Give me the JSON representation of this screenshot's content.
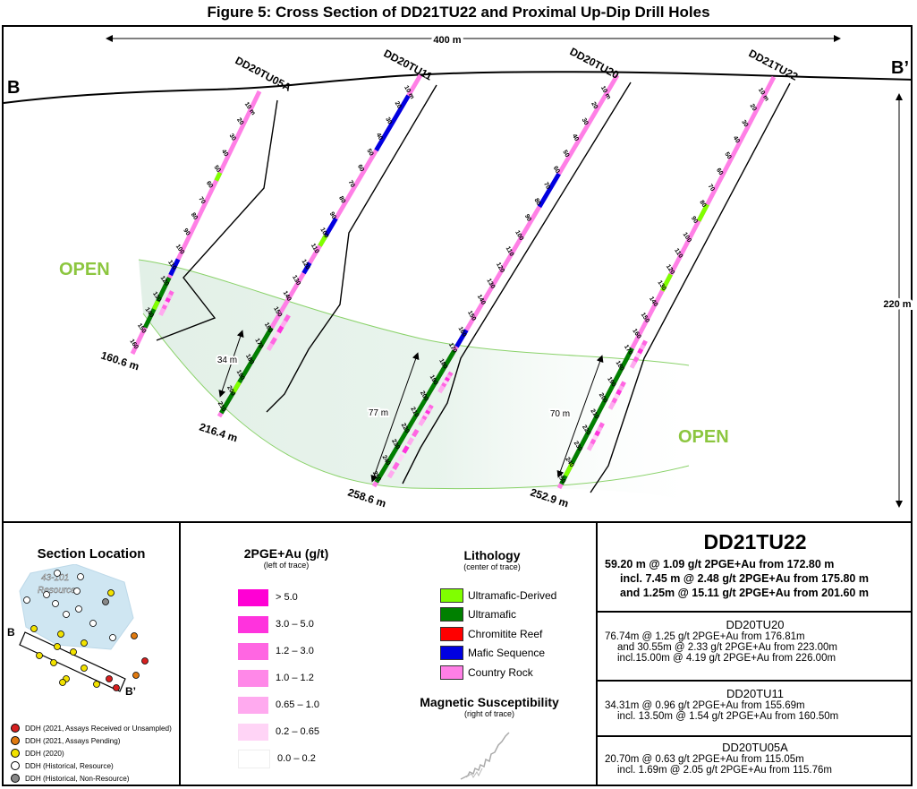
{
  "figure_title": "Figure 5: Cross Section of DD21TU22 and Proximal Up-Dip Drill Holes",
  "section": {
    "left_label": "B",
    "right_label": "B’",
    "width_scale": "400 m",
    "height_scale": "220 m",
    "open_labels": [
      "OPEN",
      "OPEN"
    ],
    "holes": [
      {
        "name": "DD20TU05A",
        "depth_label": "160.6 m",
        "depths": [
          "10 m",
          "20",
          "30",
          "40",
          "50",
          "60",
          "70",
          "80",
          "90",
          "100",
          "110",
          "120",
          "130",
          "140",
          "150",
          "160"
        ],
        "interval": ""
      },
      {
        "name": "DD20TU11",
        "depth_label": "216.4 m",
        "depths": [
          "10 m",
          "20",
          "30",
          "40",
          "50",
          "60",
          "70",
          "80",
          "90",
          "100",
          "110",
          "120",
          "130",
          "140",
          "150",
          "160",
          "170",
          "180",
          "190",
          "200",
          "210"
        ],
        "interval": "34 m"
      },
      {
        "name": "DD20TU20",
        "depth_label": "258.6 m",
        "depths": [
          "10 m",
          "20",
          "30",
          "40",
          "50",
          "60",
          "70",
          "80",
          "90",
          "100",
          "110",
          "120",
          "130",
          "140",
          "150",
          "160",
          "170",
          "180",
          "190",
          "200",
          "210",
          "220",
          "230",
          "240",
          "250"
        ],
        "interval": "77 m"
      },
      {
        "name": "DD21TU22",
        "depth_label": "252.9 m",
        "depths": [
          "10 m",
          "20",
          "30",
          "40",
          "50",
          "60",
          "70",
          "80",
          "90",
          "100",
          "110",
          "120",
          "130",
          "140",
          "150",
          "160",
          "170",
          "180",
          "190",
          "200",
          "210",
          "220",
          "230",
          "240",
          "250"
        ],
        "interval": "70 m"
      }
    ]
  },
  "location": {
    "title": "Section Location",
    "resource_label": [
      "43-101",
      "Resource"
    ],
    "b_label": "B",
    "b2_label": "B’",
    "legend": [
      {
        "label": "DDH (2021, Assays Received or Unsampled)",
        "color": "#d62020"
      },
      {
        "label": "DDH (2021, Assays Pending)",
        "color": "#e07a10"
      },
      {
        "label": "DDH (2020)",
        "color": "#f2e200"
      },
      {
        "label": "DDH (Historical, Resource)",
        "color": "#ffffff"
      },
      {
        "label": "DDH (Historical, Non-Resource)",
        "color": "#888888"
      }
    ]
  },
  "grade_legend": {
    "title": "2PGE+Au (g/t)",
    "subtitle": "(left of trace)",
    "items": [
      {
        "label": "> 5.0",
        "color": "#ff00d4"
      },
      {
        "label": "3.0 – 5.0",
        "color": "#ff33dd"
      },
      {
        "label": "1.2 – 3.0",
        "color": "#ff66e2"
      },
      {
        "label": "1.0 – 1.2",
        "color": "#ff88e8"
      },
      {
        "label": "0.65 – 1.0",
        "color": "#ffaaef"
      },
      {
        "label": "0.2 – 0.65",
        "color": "#ffd4f6"
      },
      {
        "label": "0.0 – 0.2",
        "color": "#ffffff"
      }
    ]
  },
  "lithology": {
    "title": "Lithology",
    "subtitle": "(center of trace)",
    "items": [
      {
        "label": "Ultramafic-Derived",
        "color": "#80ff00"
      },
      {
        "label": "Ultramafic",
        "color": "#008000"
      },
      {
        "label": "Chromitite Reef",
        "color": "#ff0000"
      },
      {
        "label": "Mafic Sequence",
        "color": "#0000e0"
      },
      {
        "label": "Country Rock",
        "color": "#ff7fe6"
      }
    ]
  },
  "magnetic": {
    "title": "Magnetic Susceptibility",
    "subtitle": "(right of trace)"
  },
  "results": [
    {
      "hole": "DD21TU22",
      "lines": [
        "59.20 m @ 1.09 g/t 2PGE+Au from 172.80 m",
        "incl. 7.45 m @ 2.48 g/t 2PGE+Au from 175.80 m",
        "and 1.25m @ 15.11 g/t 2PGE+Au from 201.60 m"
      ]
    },
    {
      "hole": "DD20TU20",
      "lines": [
        "76.74m @ 1.25 g/t 2PGE+Au from 176.81m",
        "and 30.55m @ 2.33 g/t 2PGE+Au from 223.00m",
        "incl.15.00m @ 4.19  g/t 2PGE+Au from 226.00m"
      ]
    },
    {
      "hole": "DD20TU11",
      "lines": [
        "34.31m @ 0.96 g/t 2PGE+Au from 155.69m",
        "incl. 13.50m @ 1.54 g/t 2PGE+Au from 160.50m"
      ]
    },
    {
      "hole": "DD20TU05A",
      "lines": [
        "20.70m @ 0.63 g/t 2PGE+Au from 115.05m",
        "incl. 1.69m @ 2.05 g/t 2PGE+Au from 115.76m"
      ]
    }
  ]
}
